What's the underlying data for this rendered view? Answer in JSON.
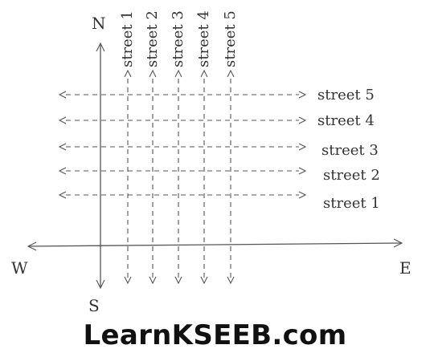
{
  "directions": {
    "north": "N",
    "south": "S",
    "east": "E",
    "west": "W"
  },
  "vertical_streets": [
    "street 1",
    "street 2",
    "street 3",
    "street 4",
    "street 5"
  ],
  "horizontal_streets": [
    "street 5",
    "street 4",
    "street 3",
    "street 2",
    "street 1"
  ],
  "watermark": "LearnKSEEB.com"
}
